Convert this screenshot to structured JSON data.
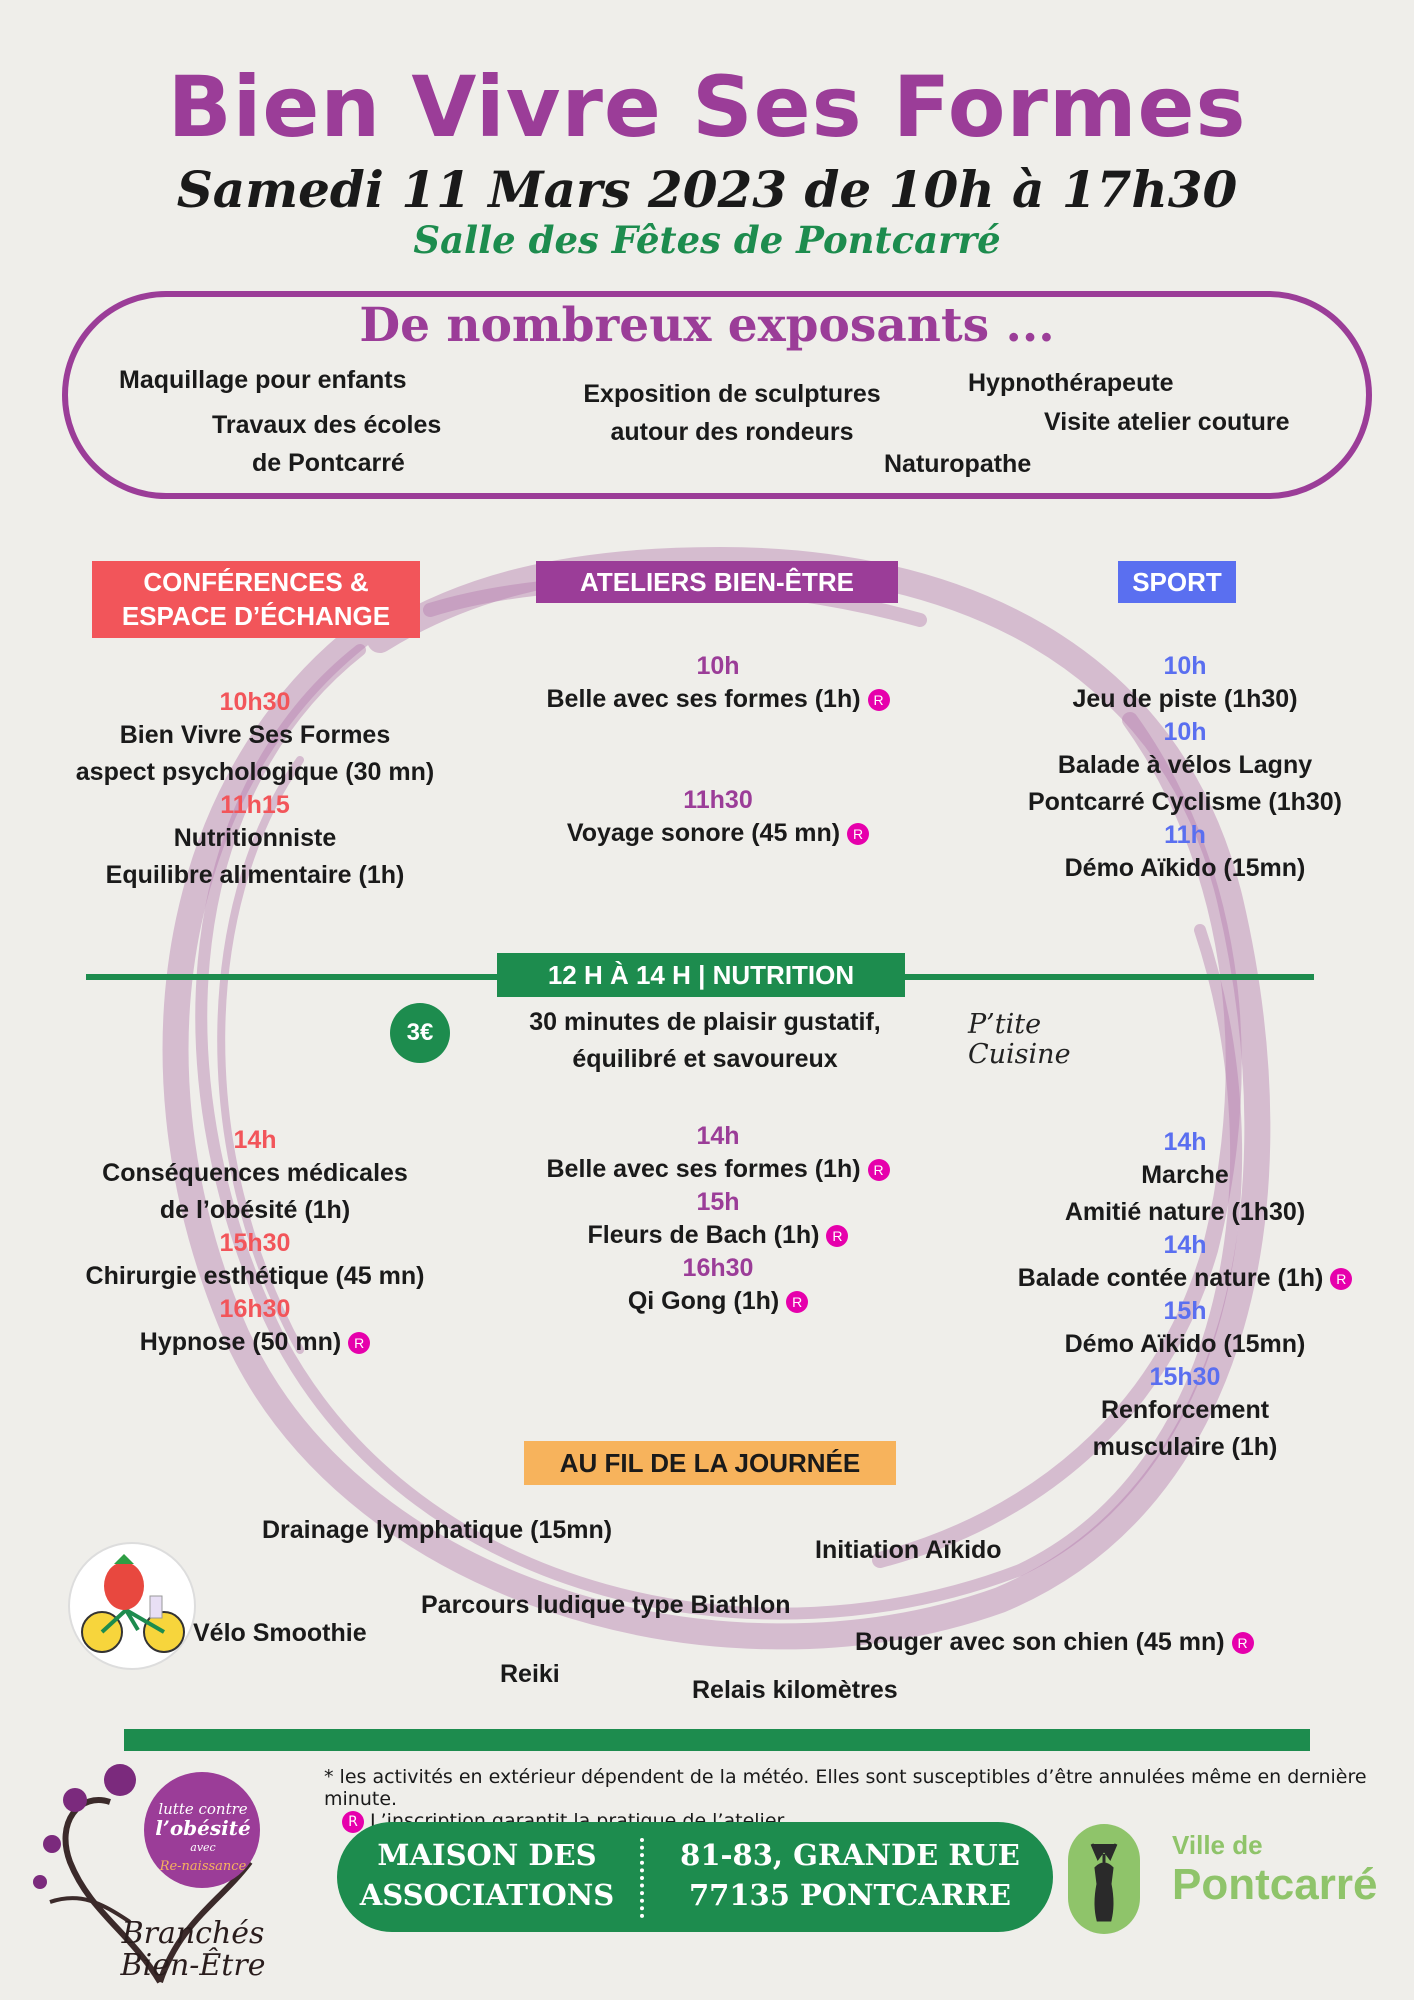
{
  "header": {
    "title": "Bien Vivre Ses Formes",
    "date": "Samedi 11 Mars 2023 de 10h à 17h30",
    "venue": "Salle des Fêtes de Pontcarré"
  },
  "exposants": {
    "title": "De nombreux exposants ...",
    "items": [
      "Maquillage pour enfants",
      "Travaux des écoles",
      "de Pontcarré",
      "Exposition de sculptures",
      "autour des rondeurs",
      "Hypnothérapeute",
      "Visite atelier couture",
      "Naturopathe"
    ]
  },
  "columns": {
    "conferences": {
      "label_line1": "CONFÉRENCES &",
      "label_line2": "ESPACE D’ÉCHANGE",
      "color": "#f2555a",
      "morning": [
        {
          "time": "10h30",
          "line1": "Bien Vivre Ses Formes",
          "line2": "aspect psychologique (30 mn)"
        },
        {
          "time": "11h15",
          "line1": "Nutritionniste",
          "line2": "Equilibre alimentaire (1h)"
        }
      ],
      "afternoon": [
        {
          "time": "14h",
          "line1": "Conséquences médicales",
          "line2": "de l’obésité (1h)"
        },
        {
          "time": "15h30",
          "line1": "Chirurgie esthétique (45 mn)"
        },
        {
          "time": "16h30",
          "line1": "Hypnose (50 mn)"
        }
      ]
    },
    "ateliers": {
      "label": "ATELIERS BIEN-ÊTRE",
      "color": "#9b3d98",
      "morning": [
        {
          "time": "10h",
          "line1": "Belle avec ses formes (1h)"
        },
        {
          "time": "11h30",
          "line1": "Voyage sonore (45 mn)"
        }
      ],
      "afternoon": [
        {
          "time": "14h",
          "line1": "Belle avec ses formes (1h)"
        },
        {
          "time": "15h",
          "line1": "Fleurs de Bach (1h)"
        },
        {
          "time": "16h30",
          "line1": "Qi Gong (1h)"
        }
      ]
    },
    "sport": {
      "label": "SPORT",
      "color": "#5a6ff0",
      "morning": [
        {
          "time": "10h",
          "line1": "Jeu de piste (1h30)"
        },
        {
          "time": "10h",
          "line1": "Balade à vélos Lagny",
          "line2": "Pontcarré Cyclisme (1h30)"
        },
        {
          "time": "11h",
          "line1": "Démo Aïkido (15mn)"
        }
      ],
      "afternoon": [
        {
          "time": "14h",
          "line1": "Marche",
          "line2": "Amitié nature (1h30)"
        },
        {
          "time": "14h",
          "line1": "Balade contée nature (1h)"
        },
        {
          "time": "15h",
          "line1": "Démo Aïkido (15mn)"
        },
        {
          "time": "15h30",
          "line1": "Renforcement",
          "line2": "musculaire (1h)"
        }
      ]
    }
  },
  "nutrition": {
    "label": "12 H À 14 H | NUTRITION",
    "price": "3€",
    "line1": "30 minutes de plaisir gustatif,",
    "line2": "équilibré et savoureux",
    "logo_line1": "P’tite",
    "logo_line2": "Cuisine"
  },
  "journee": {
    "label": "AU FIL DE LA JOURNÉE",
    "items": [
      "Drainage lymphatique (15mn)",
      "Initiation Aïkido",
      "Parcours ludique type Biathlon",
      "Vélo Smoothie",
      "Bouger avec son chien (45 mn)",
      "Reiki",
      "Relais kilomètres"
    ]
  },
  "registration_mark": "R",
  "notes": {
    "weather": "* les activités en extérieur dépendent de la météo. Elles sont susceptibles d’être annulées même en dernière minute.",
    "registration": "L’inscription garantit la pratique de l’atelier."
  },
  "footer": {
    "place_line1": "MAISON DES",
    "place_line2": "ASSOCIATIONS",
    "address_line1": "81-83, GRANDE RUE",
    "address_line2": "77135 PONTCARRE",
    "ville_line1": "Ville de",
    "ville_line2": "Pontcarré",
    "assoc_line1": "lutte contre",
    "assoc_line2": "l’obésité",
    "assoc_line3": "avec",
    "assoc_line4": "Re-naissance",
    "assoc_name1": "Branchés",
    "assoc_name2": "Bien-Être"
  },
  "colors": {
    "purple": "#9b3d98",
    "green": "#1d8c4e",
    "red": "#f2555a",
    "blue": "#5a6ff0",
    "orange": "#f7b35c",
    "magenta": "#e600ac"
  }
}
